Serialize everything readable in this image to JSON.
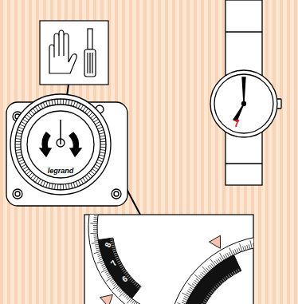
{
  "diagram": {
    "labels": [
      "legrand",
      "7",
      "8",
      "7",
      "6"
    ]
  }
}
